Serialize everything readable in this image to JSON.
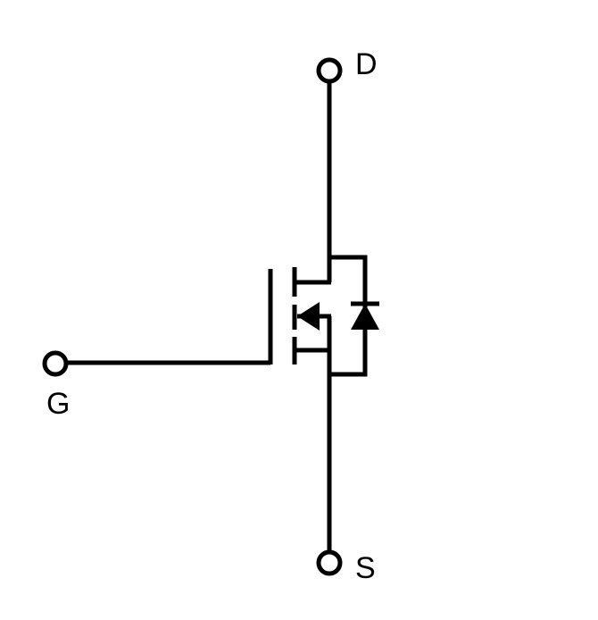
{
  "terminals": {
    "drain": {
      "label": "D"
    },
    "gate": {
      "label": "G"
    },
    "source": {
      "label": "S"
    }
  },
  "colors": {
    "line": "#000000",
    "background": "#ffffff"
  },
  "symbol": "n-channel-enhancement-mosfet-with-body-diode"
}
